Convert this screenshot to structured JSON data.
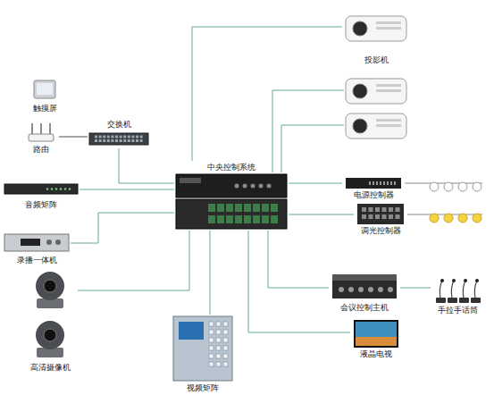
{
  "diagram": {
    "nodes": [
      {
        "text": [
          "触摸屏"
        ]
      },
      {
        "text": [
          "路由"
        ]
      },
      {
        "text": [
          "交换机"
        ]
      },
      {
        "text": [
          "中央控制系统"
        ]
      },
      {
        "text": [
          "投影机"
        ]
      },
      {
        "text": [
          "音频矩阵"
        ]
      },
      {
        "text": [
          "录播一体机"
        ]
      },
      {
        "text": [
          "高清摄像机"
        ]
      },
      {
        "text": [
          "视频矩阵"
        ]
      },
      {
        "text": [
          "电源控制器"
        ]
      },
      {
        "text": [
          "调光控制器"
        ]
      },
      {
        "text": [
          "会议控制主机"
        ]
      },
      {
        "text": [
          "手拉手话筒"
        ]
      },
      {
        "text": [
          "液晶电视"
        ]
      }
    ],
    "edges": [
      {
        "from": 1,
        "to": 2,
        "arrow": "none"
      },
      {
        "from": 2,
        "to": 3,
        "arrow": "none"
      },
      {
        "from": 3,
        "to": 4,
        "arrow": "none"
      },
      {
        "from": 3,
        "to": 5,
        "arrow": "none"
      },
      {
        "from": 3,
        "to": 6,
        "arrow": "none"
      },
      {
        "from": 3,
        "to": 7,
        "arrow": "none"
      },
      {
        "from": 3,
        "to": 8,
        "arrow": "none"
      },
      {
        "from": 3,
        "to": 9,
        "arrow": "none"
      },
      {
        "from": 3,
        "to": 10,
        "arrow": "none"
      },
      {
        "from": 3,
        "to": 11,
        "arrow": "none"
      },
      {
        "from": 3,
        "to": 13,
        "arrow": "none"
      },
      {
        "from": 11,
        "to": 12,
        "arrow": "none"
      }
    ]
  }
}
